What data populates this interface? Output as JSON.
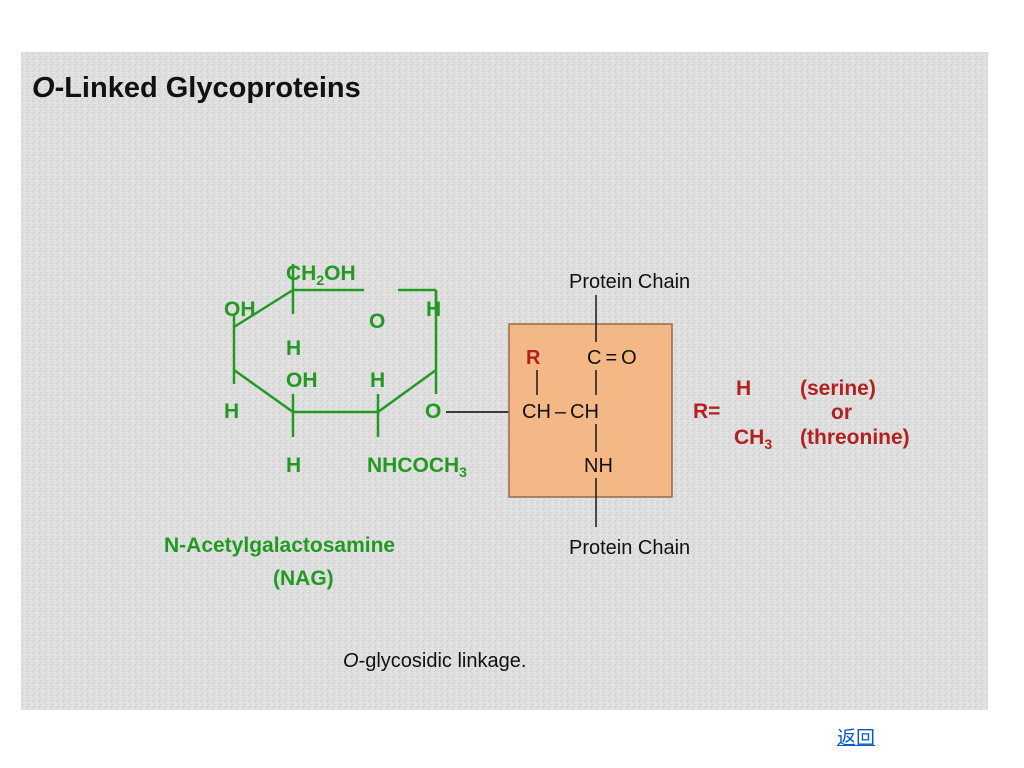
{
  "title": {
    "prefix": "O",
    "rest": "-Linked Glycoproteins"
  },
  "colors": {
    "sugar": "#229a22",
    "aminoacid": "#b22020",
    "box_fill": "#f4b886",
    "box_stroke": "#9a6a40",
    "text": "#111111",
    "link": "#0a58c8",
    "background": "#dedede"
  },
  "sugar": {
    "ch2oh": {
      "base": "CH",
      "sub": "2",
      "tail": "OH"
    },
    "ring_o": "O",
    "atoms": [
      "OH",
      "H",
      "H",
      "OH",
      "H",
      "H",
      "H",
      "O"
    ],
    "nhcoch3": {
      "base": "NHCOCH",
      "sub": "3"
    },
    "name": "N-Acetylgalactosamine",
    "abbrev": "(NAG)"
  },
  "protein": {
    "chain_top": "Protein Chain",
    "chain_bottom": "Protein Chain",
    "r_label": "R",
    "carbonyl": "C = O",
    "ch_row": "CH – CH",
    "nh": "NH"
  },
  "r_group": {
    "r_eq": "R=",
    "h": "H",
    "ch3": {
      "base": "CH",
      "sub": "3"
    },
    "serine": "(serine)",
    "or": "or",
    "threonine": "(threonine)"
  },
  "caption": {
    "italic": "O",
    "rest": "-glycosidic linkage."
  },
  "back_link": "返回"
}
